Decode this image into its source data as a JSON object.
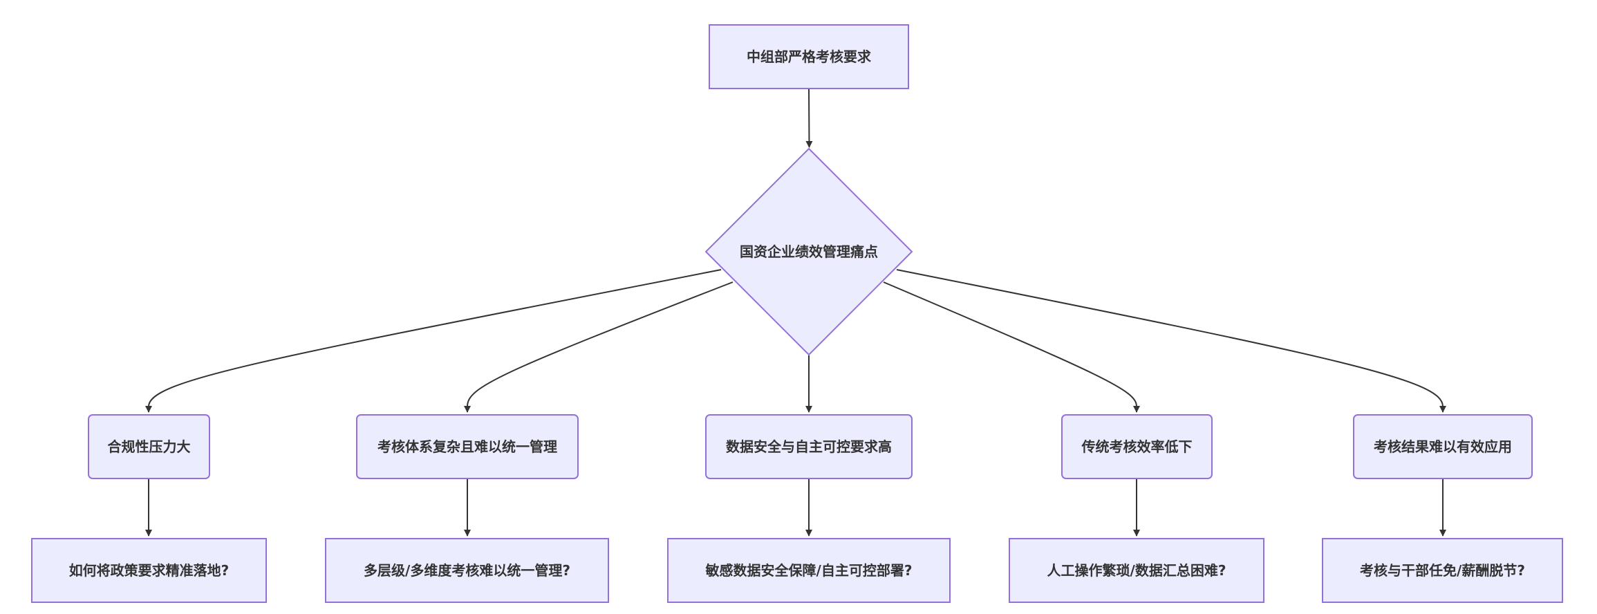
{
  "flowchart": {
    "top": "中组部严格考核要求",
    "center": "国资企业绩效管理痛点",
    "issues": [
      "合规性压力大",
      "考核体系复杂且难以统一管理",
      "数据安全与自主可控要求高",
      "传统考核效率低下",
      "考核结果难以有效应用"
    ],
    "questions": [
      "如何将政策要求精准落地?",
      "多层级/多维度考核难以统一管理?",
      "敏感数据安全保障/自主可控部署?",
      "人工操作繁琐/数据汇总困难?",
      "考核与干部任免/薪酬脱节?"
    ]
  },
  "colors": {
    "node_fill": "#ECECFF",
    "node_stroke": "#9370DB",
    "edge": "#333333",
    "text": "#333333"
  }
}
